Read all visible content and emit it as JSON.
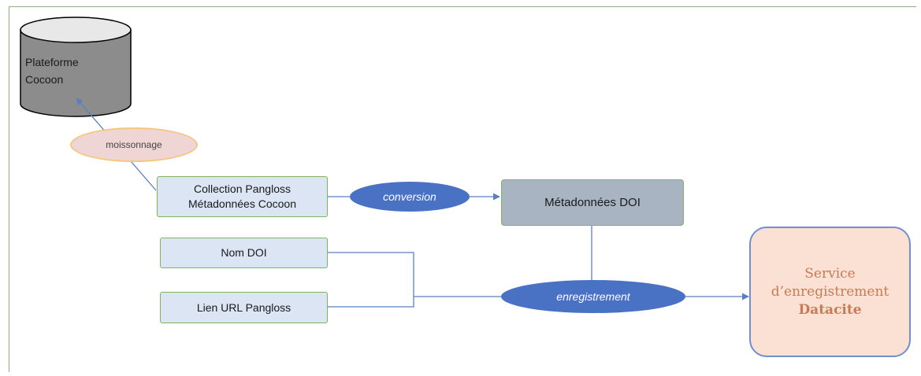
{
  "nodes": {
    "platform": {
      "line1": "Plateforme",
      "line2": "Cocoon"
    },
    "harvest": "moissonnage",
    "collection": {
      "line1": "Collection Pangloss",
      "line2": "Métadonnées Cocoon"
    },
    "conversion": "conversion",
    "doi_metadata": "Métadonnées DOI",
    "doi_name": "Nom DOI",
    "url_link": "Lien URL Pangloss",
    "registration": "enregistrement",
    "service": {
      "line1": "Service",
      "line2": "d’enregistrement",
      "line3": "Datacite"
    }
  },
  "colors": {
    "box_fill": "#dbe5f4",
    "box_border": "#7fb35d",
    "ellipse_fill": "#4a72c4",
    "harvest_fill": "#f0d5d5",
    "harvest_border": "#f4c880",
    "doi_metadata_fill": "#a9b4c2",
    "service_fill": "#fbe1d3",
    "service_text": "#c97a55",
    "cylinder_top": "#e8e8e8",
    "cylinder_body": "#8c8c8c",
    "arrow": "#5b7fc0"
  }
}
